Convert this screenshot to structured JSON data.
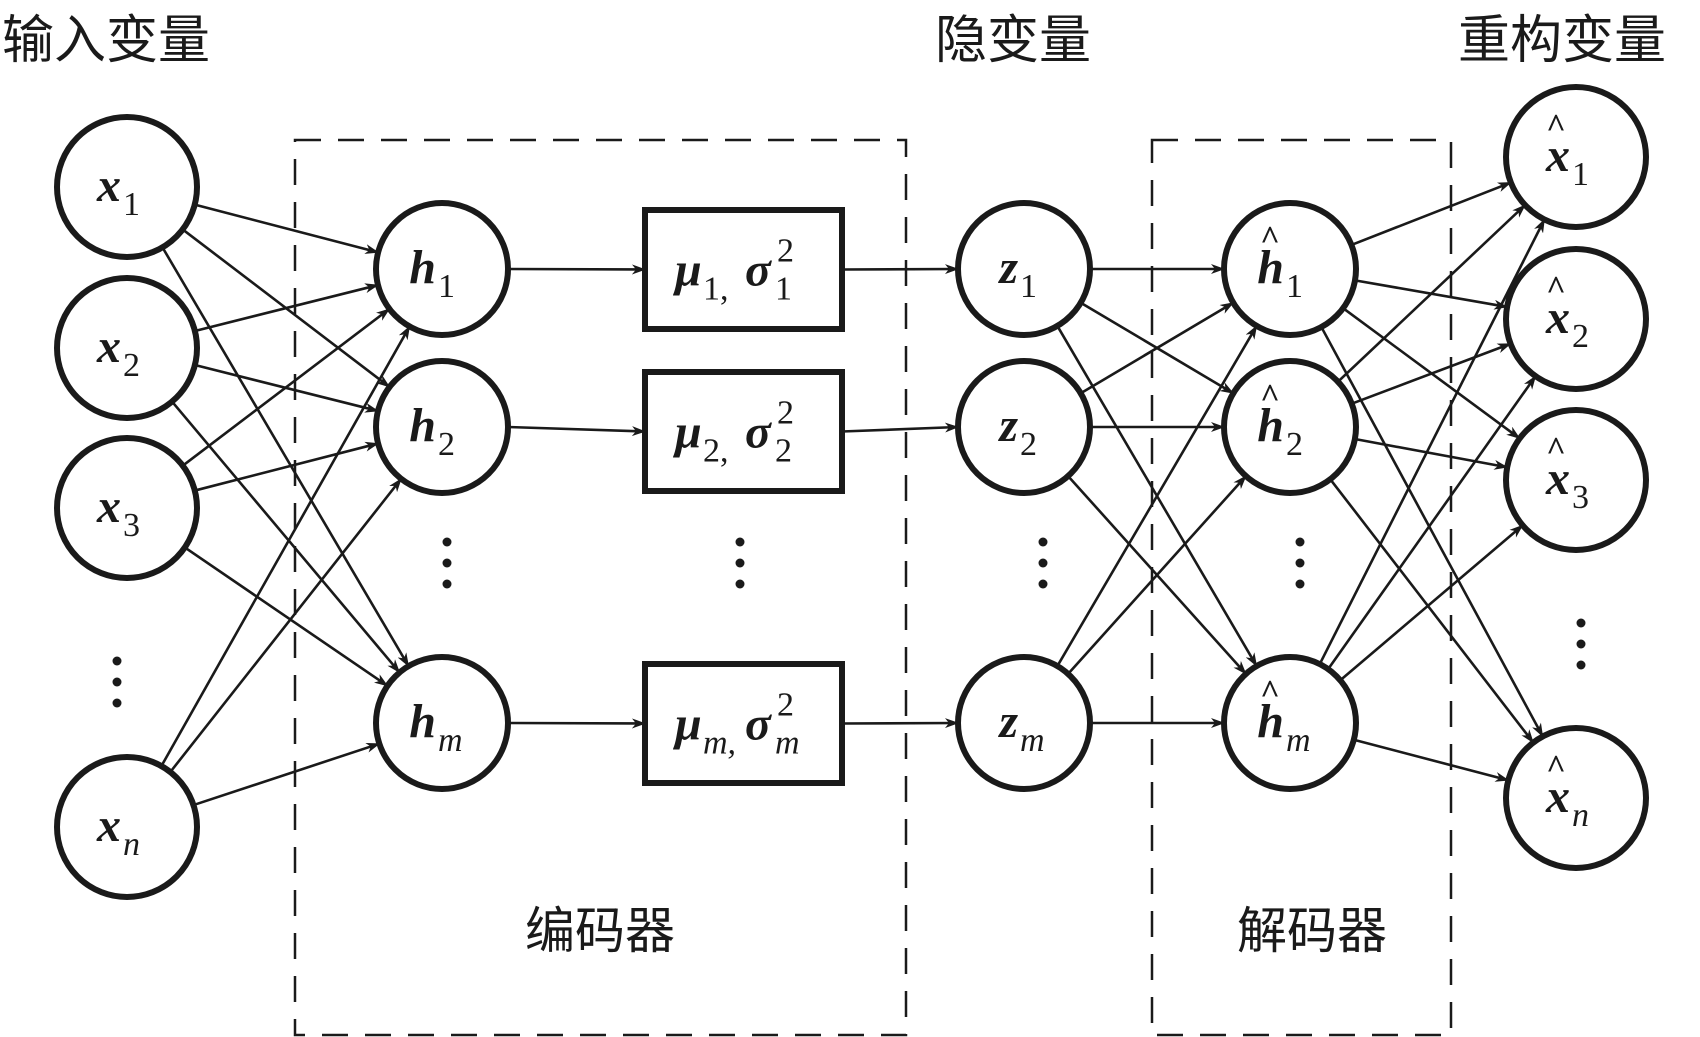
{
  "titles": {
    "input": "输入变量",
    "latent": "隐变量",
    "reconstructed": "重构变量"
  },
  "groups": {
    "encoder": "编码器",
    "decoder": "解码器"
  },
  "input_nodes": [
    {
      "symbol": "x",
      "sub": "1",
      "sub_italic": false
    },
    {
      "symbol": "x",
      "sub": "2",
      "sub_italic": false
    },
    {
      "symbol": "x",
      "sub": "3",
      "sub_italic": false
    },
    {
      "symbol": "x",
      "sub": "n",
      "sub_italic": true
    }
  ],
  "hidden_nodes": [
    {
      "symbol": "h",
      "sub": "1",
      "sub_italic": false
    },
    {
      "symbol": "h",
      "sub": "2",
      "sub_italic": false
    },
    {
      "symbol": "h",
      "sub": "m",
      "sub_italic": true
    }
  ],
  "param_boxes": [
    {
      "mu": "μ",
      "mu_sub": "1",
      "sigma": "σ",
      "sigma_sub": "1",
      "sigma_sup": "2",
      "sub_italic": false
    },
    {
      "mu": "μ",
      "mu_sub": "2",
      "sigma": "σ",
      "sigma_sub": "2",
      "sigma_sup": "2",
      "sub_italic": false
    },
    {
      "mu": "μ",
      "mu_sub": "m",
      "sigma": "σ",
      "sigma_sub": "m",
      "sigma_sup": "2",
      "sub_italic": true
    }
  ],
  "latent_nodes": [
    {
      "symbol": "z",
      "sub": "1",
      "sub_italic": false
    },
    {
      "symbol": "z",
      "sub": "2",
      "sub_italic": false
    },
    {
      "symbol": "z",
      "sub": "m",
      "sub_italic": true
    }
  ],
  "decoded_hidden_nodes": [
    {
      "symbol": "h",
      "hat": "^",
      "sub": "1",
      "sub_italic": false
    },
    {
      "symbol": "h",
      "hat": "^",
      "sub": "2",
      "sub_italic": false
    },
    {
      "symbol": "h",
      "hat": "^",
      "sub": "m",
      "sub_italic": true
    }
  ],
  "output_nodes": [
    {
      "symbol": "x",
      "hat": "^",
      "sub": "1",
      "sub_italic": false
    },
    {
      "symbol": "x",
      "hat": "^",
      "sub": "2",
      "sub_italic": false
    },
    {
      "symbol": "x",
      "hat": "^",
      "sub": "3",
      "sub_italic": false
    },
    {
      "symbol": "x",
      "hat": "^",
      "sub": "n",
      "sub_italic": true
    }
  ],
  "ellipsis": "⋮",
  "connections": {
    "input_to_hidden": "full",
    "hidden_to_params": "one-to-one",
    "params_to_latent": "one-to-one",
    "latent_to_decoded_hidden": "full",
    "decoded_hidden_to_output": "full"
  }
}
